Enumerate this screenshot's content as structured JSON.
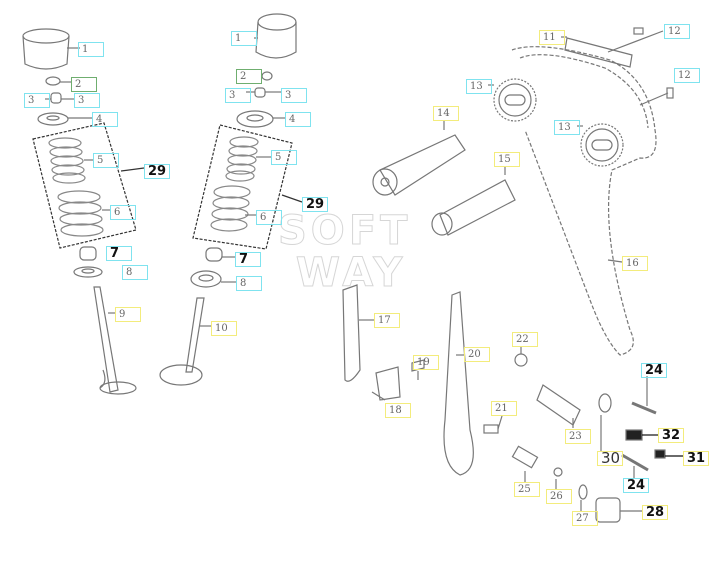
{
  "diagram": {
    "watermark": "SOFT WAY",
    "left_valve_assembly": {
      "labels": [
        "1",
        "2",
        "3",
        "3",
        "4",
        "5",
        "6",
        "29",
        "7",
        "8",
        "9"
      ]
    },
    "right_valve_assembly": {
      "labels": [
        "1",
        "2",
        "3",
        "3",
        "4",
        "5",
        "6",
        "29",
        "7",
        "8",
        "10"
      ]
    },
    "cam_chain_assembly": {
      "labels": [
        "11",
        "12",
        "12",
        "13",
        "13",
        "14",
        "15",
        "16",
        "17",
        "18",
        "19",
        "20",
        "21",
        "22",
        "23",
        "24",
        "24",
        "25",
        "26",
        "27",
        "28",
        "30",
        "31",
        "32"
      ]
    }
  }
}
